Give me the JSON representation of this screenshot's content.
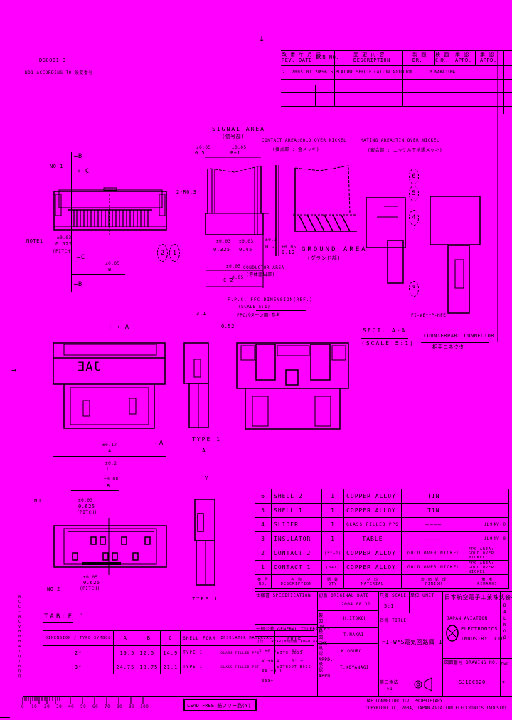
{
  "sheet": {
    "top_marker": "↓",
    "side_marker": "→",
    "bg_color": "#ff00ff",
    "line_color": "#000000"
  },
  "drawing_number_box": {
    "number": "DS0001 3",
    "note": "ND1 ACCORDING TO 設変番号"
  },
  "revision_table": {
    "headers": [
      {
        "jp": "改 番",
        "en": "REV."
      },
      {
        "jp": "年 月 日",
        "en": "DATE"
      },
      {
        "jp": "",
        "en": "ECN NO."
      },
      {
        "jp": "変 更 内 容",
        "en": "DESCRIPTION"
      },
      {
        "jp": "製 図",
        "en": "DR."
      },
      {
        "jp": "検 図",
        "en": "CHK."
      },
      {
        "jp": "承 認",
        "en": "APPD."
      },
      {
        "jp": "承 認",
        "en": "APPD."
      }
    ],
    "rows": [
      {
        "rev": "2",
        "date": "2005.01.20",
        "ecn": "25616",
        "description": "PLATING SPECIFICATION ADDITION",
        "dr": "M.NAKAJIMA",
        "chk": "",
        "appd1": "",
        "appd2": ""
      }
    ]
  },
  "views": {
    "signal_area": {
      "title": "SIGNAL AREA",
      "title_jp": "(信号部)"
    },
    "contact_area_note": "CONTACT AREA:GOLD OVER NICKEL",
    "contact_area_note_jp": "(接点部 : 金メッキ)",
    "mating_area_note": "MATING AREA:TIN OVER NICKEL",
    "mating_area_note_jp": "(嵌合部 : ニッケル下地錫メッキ)",
    "ground_area": {
      "title": "GROUND AREA",
      "title_jp": "(グランド部)"
    },
    "conductor_area": {
      "title": "CONDUCTOR AREA",
      "title_jp": "(導体露出部)"
    },
    "fpc_dims": {
      "title": "F.P.C. FFC DIMENSION(REF.)",
      "title_jp": "FPCパターン図(参考)",
      "scale": "(SCALE 5:1)"
    },
    "section": {
      "title": "SECT. A-A",
      "scale": "(SCALE 5:1)"
    },
    "counterpart": {
      "title": "COUNTERPART CONNECTOR",
      "title_jp": "相手コネクタ",
      "part": "FI-WE**P-HFE"
    },
    "type1_label": "TYPE 1",
    "type1_label_b": "TYPE 1",
    "view_a": "A",
    "view_b_label": "B",
    "view_c_label": "C",
    "brand_mark": "JAE",
    "dims": {
      "top_1": "±0.05",
      "top_1v": "0.5",
      "top_2": "±0.05",
      "top_2v": "B+1",
      "d1": "±0.03",
      "d1v": "0.325",
      "d2": "±0.03",
      "d2v": "0.45",
      "d3": "±0.1",
      "d3v": "0.2",
      "d4": "±0.05",
      "d4v": "0.12",
      "d5": "±0.05",
      "d6": "±0.05",
      "d6v": "C-2",
      "pitch": "±0.03",
      "pitchv": "0.625",
      "pitch_lbl": "(PITCH)",
      "b_len": "±0.05",
      "b_lenv": "B",
      "a_tol": "±0.17",
      "a_val": "A",
      "c_tol": "±0.2",
      "c_val": "C",
      "b_tol": "±0.08",
      "b_val": "B",
      "w31": "3.1",
      "w052": "0.52",
      "no1": "NO.1",
      "no2": "NO.2",
      "note1": "NOTE1",
      "rs": "2-R0.3",
      "bot_pitch": "±0.05",
      "bot_pitchv": "0.625",
      "bot_pitch_lbl": "(PITCH)"
    },
    "balloons": [
      "6",
      "5",
      "4",
      "3",
      "2",
      "1"
    ]
  },
  "parts_list": {
    "rows": [
      {
        "no": "6",
        "name": "SHELL 2",
        "qty": "1",
        "material": "COPPER ALLOY",
        "finish": "TIN",
        "remarks": ""
      },
      {
        "no": "5",
        "name": "SHELL 1",
        "qty": "1",
        "material": "COPPER ALLOY",
        "finish": "TIN",
        "remarks": ""
      },
      {
        "no": "4",
        "name": "SLIDER",
        "qty": "1",
        "material": "GLASS FILLED PPS",
        "finish": "————",
        "remarks": "UL94V-0"
      },
      {
        "no": "3",
        "name": "INSULATOR",
        "qty": "1",
        "material": "TABLE",
        "finish": "————",
        "remarks": "UL94V-0"
      },
      {
        "no": "2",
        "name": "CONTACT 2",
        "qty": "(**+2)",
        "material": "COPPER ALLOY",
        "finish": "GOLD OVER NICKEL",
        "remarks": "FPC AREA: GOLD OVER NICKEL"
      },
      {
        "no": "1",
        "name": "CONTACT 1",
        "qty": "(B+1)",
        "material": "COPPER ALLOY",
        "finish": "GOLD OVER NICKEL",
        "remarks": "FPC AREA: GOLD OVER NICKEL"
      }
    ],
    "header": {
      "no_jp": "番 号",
      "no": "NO.",
      "name_jp": "名 称",
      "name": "DESCRIPTION",
      "qty_jp": "個 数",
      "qty": "QTY",
      "mat_jp": "材 料",
      "mat": "MATERIAL",
      "fin_jp": "表 面 処 理",
      "fin": "FINISH",
      "rem_jp": "備 考",
      "rem": "REMARKS"
    }
  },
  "table1": {
    "title": "TABLE 1",
    "headers": [
      "DIMENSION / TYPE SYMBOL",
      "A",
      "B",
      "C",
      "SHELL FORM",
      "INSULATOR MATERIAL",
      "NOTE"
    ],
    "rows": [
      {
        "type": "2*",
        "a": "19.5",
        "b": "12.5",
        "c": "14.9",
        "shell": "TYPE 1",
        "material": "GLASS FILLED PPS",
        "note": "WITH BOSS"
      },
      {
        "type": "3*",
        "a": "24.75",
        "b": "18.75",
        "c": "21.1",
        "shell": "TYPE 1",
        "material": "GLASS FILLED PBT",
        "note": "WITHOUT BOSS"
      }
    ]
  },
  "title_block": {
    "specification_label": "仕様書 SPECIFICATION",
    "original_date_label": "初版 ORIGINAL DATE",
    "original_date": "2004.08.31",
    "dr_label": "製図 DR.",
    "dr_name": "H.ITOKOH",
    "chk_label": "検図 CHK.",
    "chk_name": "T.NAKAI",
    "appd1_label": "承認 APPD.",
    "appd1_name": "K.OGURO",
    "appd2_label": "承認 APPD.",
    "appd2_name": "T.KOYANAGI",
    "tolerance_label": "一般公差 GENERAL TOLERANCES",
    "linear_label": "寸法 LINEAR(mm)",
    "angular_label": "角度 ANGULAR",
    "tolerances": [
      "X  ±0.5",
      ".X  ±0.4",
      ".XX  ±0.1",
      ".XXX±"
    ],
    "angular_values": [
      "0°  ±",
      "0'  ±"
    ],
    "scale_label": "尺度 SCALE",
    "scale_value": "5:1",
    "unit_label": "単位 UNIT",
    "title_label": "名称 TITLE",
    "title_value": "FI-W*S電気回路図 1",
    "projection_label": "第三角法",
    "projection_value": "F1",
    "company_jp": "日本航空電子工業株式会社",
    "company_en_1": "JAPAN AVIATION",
    "company_en_2": "ELECTRONICS",
    "company_en_3": "INDUSTRY, LTD.",
    "drawing_no_label": "図面番号 DRAWING NO.",
    "drawing_no": "SJ10C520",
    "sheet_side": "DWG",
    "sheet_no": "2",
    "side_letters": [
      "D",
      "A",
      "L",
      "N",
      "O",
      "O"
    ],
    "proprietary": "JAE CONNECTOR DIV. PROPRIETARY.",
    "copyright": "COPYRIGHT (C) 2004, JAPAN AVIATION ELECTRONICS INDUSTRY, LTD."
  },
  "ruler": {
    "ticks": [
      "0",
      "10",
      "20",
      "30",
      "40",
      "50",
      "60",
      "70",
      "80",
      "90",
      "100"
    ]
  },
  "lead_free_stamp": "LEAD FREE 鉛フリー品(Y)",
  "left_margin_text": "ACC-ACVHHHAIQIBQQ"
}
